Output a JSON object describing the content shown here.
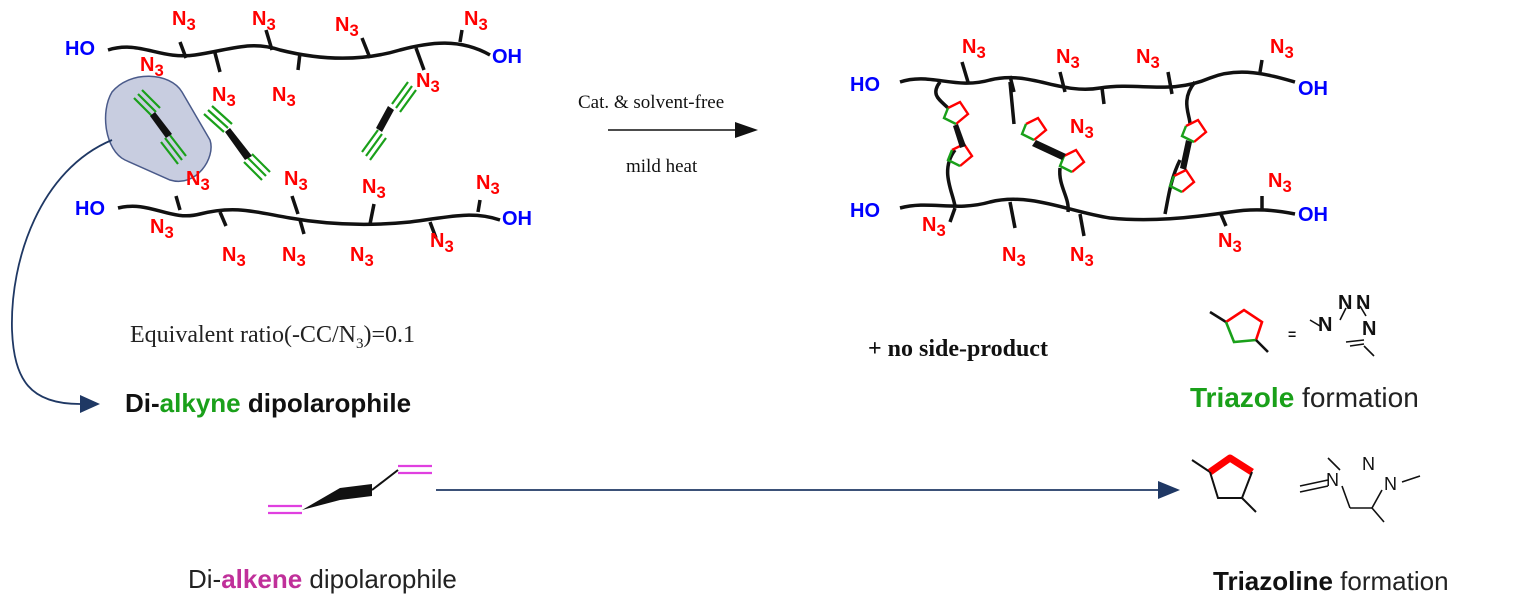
{
  "groups": {
    "azide": "N",
    "azide_sub": "3",
    "hydroxyl_left": "HO",
    "hydroxyl_right": "OH"
  },
  "reaction": {
    "condition_top": "Cat. & solvent-free",
    "condition_bottom": "mild heat"
  },
  "ratio": {
    "prefix": "Equivalent ratio(-CC/N",
    "sub": "3",
    "suffix": ")=0.1"
  },
  "byproduct": "+  no side-product",
  "dialkyne": {
    "prefix": "Di-",
    "highlight": "alkyne",
    "suffix": " dipolarophile"
  },
  "dialkene": {
    "prefix": "Di-",
    "highlight": "alkene",
    "suffix": " dipolarophile"
  },
  "triazole": {
    "highlight": "Triazole",
    "suffix": " formation",
    "equals": "=",
    "atom_n": "N"
  },
  "triazoline": {
    "highlight": "Triazoline",
    "suffix": " formation",
    "atom_n": "N"
  },
  "colors": {
    "azide": "#ff0000",
    "hydroxyl": "#0000ff",
    "alkyne": "#1aa01a",
    "alkene": "#e040e0",
    "arrow": "#1f3864",
    "highlight_pad": "#c8cde0"
  }
}
